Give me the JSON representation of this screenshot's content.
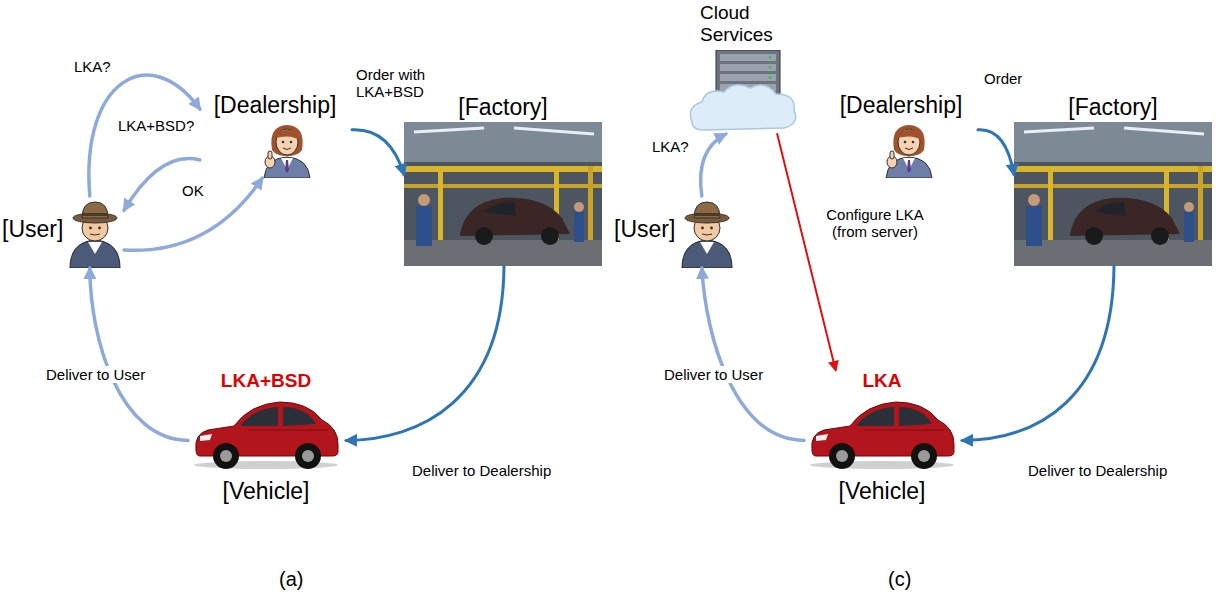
{
  "diagram": {
    "nodes": [
      {
        "text": [
          "[User]"
        ]
      },
      {
        "text": [
          "[Dealership]"
        ]
      },
      {
        "text": [
          "[Factory]"
        ]
      },
      {
        "text": [
          "LKA+BSD",
          "[Vehicle]"
        ]
      },
      {
        "text": [
          "Cloud Services"
        ]
      },
      {
        "text": [
          "[Dealership]"
        ]
      },
      {
        "text": [
          "[Factory]"
        ]
      },
      {
        "text": [
          "[User]"
        ]
      },
      {
        "text": [
          "LKA",
          "[Vehicle]"
        ]
      }
    ],
    "edges": [
      {
        "from": 0,
        "to": 1,
        "label": "LKA?",
        "arrow": "to"
      },
      {
        "from": 1,
        "to": 0,
        "label": "LKA+BSD?",
        "arrow": "to"
      },
      {
        "from": 0,
        "to": 1,
        "label": "OK",
        "arrow": "to"
      },
      {
        "from": 1,
        "to": 2,
        "label": "Order with LKA+BSD",
        "arrow": "to"
      },
      {
        "from": 2,
        "to": 3,
        "label": "Deliver to Dealership",
        "arrow": "to"
      },
      {
        "from": 3,
        "to": 0,
        "label": "Deliver to User",
        "arrow": "to"
      },
      {
        "from": 7,
        "to": 4,
        "label": "LKA?",
        "arrow": "to"
      },
      {
        "from": 4,
        "to": 8,
        "label": "Configure LKA (from server)",
        "arrow": "to"
      },
      {
        "from": 5,
        "to": 6,
        "label": "Order",
        "arrow": "to"
      },
      {
        "from": 6,
        "to": 8,
        "label": "Deliver to Dealership",
        "arrow": "to"
      },
      {
        "from": 8,
        "to": 7,
        "label": "Deliver to User",
        "arrow": "to"
      }
    ],
    "labels": [
      "(a)",
      "(c)"
    ]
  }
}
